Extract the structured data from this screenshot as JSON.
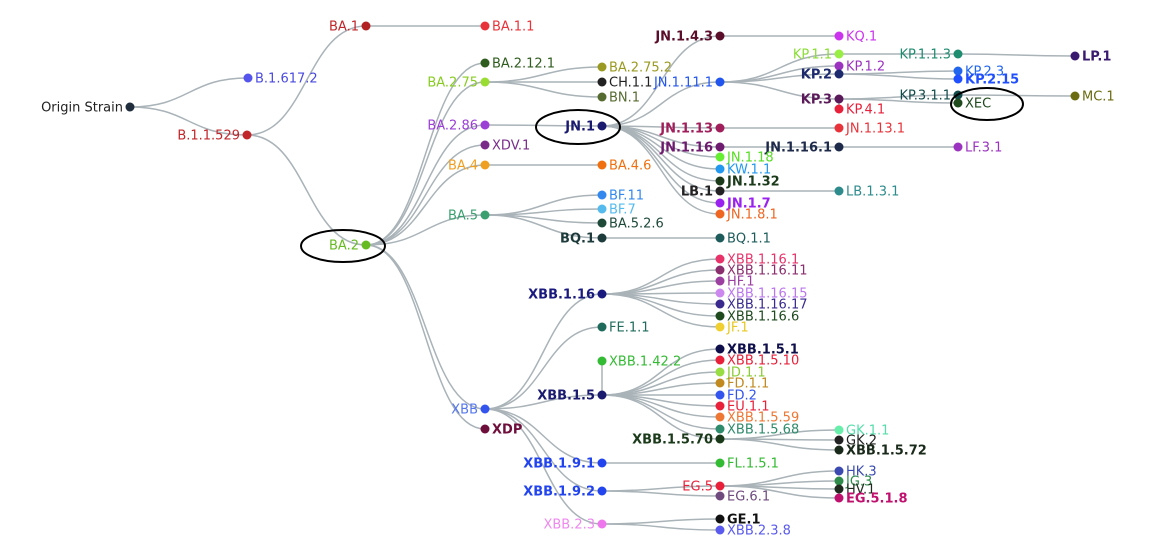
{
  "nodes": [
    {
      "id": "origin",
      "label": "Origin Strain",
      "color": "#1f2d3d",
      "textColor": "#222222"
    },
    {
      "id": "b16172",
      "label": "B.1.617.2",
      "color": "#5555ee",
      "textColor": "#4a4ae0"
    },
    {
      "id": "b11529",
      "label": "B.1.1.529",
      "color": "#c0262a",
      "textColor": "#c0262a"
    },
    {
      "id": "ba1",
      "label": "BA.1",
      "color": "#b22222",
      "textColor": "#c0262a"
    },
    {
      "id": "ba11",
      "label": "BA.1.1",
      "color": "#e8333a",
      "textColor": "#e8333a"
    },
    {
      "id": "ba2",
      "label": "BA.2",
      "color": "#66bb22",
      "textColor": "#66bb22"
    },
    {
      "id": "ba2121",
      "label": "BA.2.12.1",
      "color": "#2e5d1e",
      "textColor": "#2e5d1e"
    },
    {
      "id": "ba275",
      "label": "BA.2.75",
      "color": "#99dd33",
      "textColor": "#88cc22"
    },
    {
      "id": "ba2752",
      "label": "BA.2.75.2",
      "color": "#9a9a22",
      "textColor": "#9a9a22"
    },
    {
      "id": "ch11",
      "label": "CH.1.1",
      "color": "#222222",
      "textColor": "#222222"
    },
    {
      "id": "bn1",
      "label": "BN.1",
      "color": "#556b2f",
      "textColor": "#556b2f"
    },
    {
      "id": "ba286",
      "label": "BA.2.86",
      "color": "#9b3fd6",
      "textColor": "#9b3fd6"
    },
    {
      "id": "xdv1",
      "label": "XDV.1",
      "color": "#7a2b8a",
      "textColor": "#7a2b8a"
    },
    {
      "id": "ba4",
      "label": "BA.4",
      "color": "#f0a020",
      "textColor": "#f0a020"
    },
    {
      "id": "ba46",
      "label": "BA.4.6",
      "color": "#f07010",
      "textColor": "#f07010"
    },
    {
      "id": "ba5",
      "label": "BA.5",
      "color": "#3aa070",
      "textColor": "#3aa070"
    },
    {
      "id": "bf11",
      "label": "BF.11",
      "color": "#3388ee",
      "textColor": "#3388ee"
    },
    {
      "id": "bf7",
      "label": "BF.7",
      "color": "#55bbee",
      "textColor": "#55bbee"
    },
    {
      "id": "ba526",
      "label": "BA.5.2.6",
      "color": "#1e4a3a",
      "textColor": "#1e4a3a"
    },
    {
      "id": "bq1",
      "label": "BQ.1",
      "color": "#1e3b3b",
      "textColor": "#1e3b3b"
    },
    {
      "id": "bq11",
      "label": "BQ.1.1",
      "color": "#1e5b5b",
      "textColor": "#1e5b5b"
    },
    {
      "id": "jn1",
      "label": "JN.1",
      "color": "#1a1a6e",
      "textColor": "#1a1a6e"
    },
    {
      "id": "jn143",
      "label": "JN.1.4.3",
      "color": "#5a0e2a",
      "textColor": "#5a0e2a"
    },
    {
      "id": "kq1",
      "label": "KQ.1",
      "color": "#cc33ee",
      "textColor": "#cc33ee"
    },
    {
      "id": "jn111",
      "label": "JN.1.11.1",
      "color": "#2255ee",
      "textColor": "#2255ee"
    },
    {
      "id": "kp11",
      "label": "KP.1.1",
      "color": "#99ee44",
      "textColor": "#88dd33"
    },
    {
      "id": "kp113",
      "label": "KP.1.1.3",
      "color": "#1e8c6e",
      "textColor": "#1e8c6e"
    },
    {
      "id": "lp1",
      "label": "LP.1",
      "color": "#3a1a6e",
      "textColor": "#3a1a6e"
    },
    {
      "id": "kp12",
      "label": "KP.1.2",
      "color": "#9b33c0",
      "textColor": "#9b33c0"
    },
    {
      "id": "kp2",
      "label": "KP.2",
      "color": "#1e2a6e",
      "textColor": "#1e2a6e"
    },
    {
      "id": "kp23",
      "label": "KP.2.3",
      "color": "#2266ee",
      "textColor": "#2266ee"
    },
    {
      "id": "kp215",
      "label": "KP.2.15",
      "color": "#1f4fff",
      "textColor": "#1f4fff"
    },
    {
      "id": "kp3",
      "label": "KP.3",
      "color": "#5a1a5a",
      "textColor": "#5a1a5a"
    },
    {
      "id": "kp311",
      "label": "KP.3.1.1",
      "color": "#134a4a",
      "textColor": "#134a4a"
    },
    {
      "id": "mc1",
      "label": "MC.1",
      "color": "#6b6b10",
      "textColor": "#6b6b10"
    },
    {
      "id": "xec",
      "label": "XEC",
      "color": "#1e4a1e",
      "textColor": "#1e4a1e"
    },
    {
      "id": "kp41",
      "label": "KP.4.1",
      "color": "#e8203a",
      "textColor": "#e8203a"
    },
    {
      "id": "jn113",
      "label": "JN.1.13",
      "color": "#a01e5a",
      "textColor": "#a01e5a"
    },
    {
      "id": "jn1131",
      "label": "JN.1.13.1",
      "color": "#e8333a",
      "textColor": "#e8333a"
    },
    {
      "id": "jn116",
      "label": "JN.1.16",
      "color": "#6e1a6e",
      "textColor": "#6e1a6e"
    },
    {
      "id": "jn1161",
      "label": "JN.1.16.1",
      "color": "#1e2a4a",
      "textColor": "#1e2a4a"
    },
    {
      "id": "lf31",
      "label": "LF.3.1",
      "color": "#9b33c0",
      "textColor": "#9b33c0"
    },
    {
      "id": "jn118",
      "label": "JN.1.18",
      "color": "#66ee33",
      "textColor": "#55dd22"
    },
    {
      "id": "kw11",
      "label": "KW.1.1",
      "color": "#2299ee",
      "textColor": "#2299ee"
    },
    {
      "id": "jn132",
      "label": "JN.1.32",
      "color": "#1a3a1a",
      "textColor": "#1a3a1a"
    },
    {
      "id": "lb1",
      "label": "LB.1",
      "color": "#222222",
      "textColor": "#222222"
    },
    {
      "id": "lb131",
      "label": "LB.1.3.1",
      "color": "#2e8b8b",
      "textColor": "#2e8b8b"
    },
    {
      "id": "jn17",
      "label": "JN.1.7",
      "color": "#9922ee",
      "textColor": "#9922ee"
    },
    {
      "id": "jn181",
      "label": "JN.1.8.1",
      "color": "#ee6622",
      "textColor": "#ee6622"
    },
    {
      "id": "xbb",
      "label": "XBB",
      "color": "#3355ee",
      "textColor": "#5577ee"
    },
    {
      "id": "xdp",
      "label": "XDP",
      "color": "#6e0e3a",
      "textColor": "#6e0e3a"
    },
    {
      "id": "xbb116",
      "label": "XBB.1.16",
      "color": "#1a1a7e",
      "textColor": "#1a1a7e"
    },
    {
      "id": "xbb1161",
      "label": "XBB.1.16.1",
      "color": "#e8336a",
      "textColor": "#e8336a"
    },
    {
      "id": "xbb11611",
      "label": "XBB.1.16.11",
      "color": "#8b2e6e",
      "textColor": "#8b2e6e"
    },
    {
      "id": "hf1",
      "label": "HF.1",
      "color": "#9b3fa0",
      "textColor": "#9b3fa0"
    },
    {
      "id": "xbb11615",
      "label": "XBB.1.16.15",
      "color": "#cc88ee",
      "textColor": "#bb77ee"
    },
    {
      "id": "xbb11617",
      "label": "XBB.1.16.17",
      "color": "#3a2a8e",
      "textColor": "#3a2a8e"
    },
    {
      "id": "xbb1166",
      "label": "XBB.1.16.6",
      "color": "#1e4a1e",
      "textColor": "#1e4a1e"
    },
    {
      "id": "jf1",
      "label": "JF.1",
      "color": "#f0d030",
      "textColor": "#e8c820"
    },
    {
      "id": "fe11",
      "label": "FE.1.1",
      "color": "#1e6b5b",
      "textColor": "#1e6b5b"
    },
    {
      "id": "xbb15",
      "label": "XBB.1.5",
      "color": "#1a1a6e",
      "textColor": "#1a1a6e"
    },
    {
      "id": "xbb1422",
      "label": "XBB.1.42.2",
      "color": "#33bb33",
      "textColor": "#33bb33"
    },
    {
      "id": "xbb151",
      "label": "XBB.1.5.1",
      "color": "#0e0e4a",
      "textColor": "#0e0e4a"
    },
    {
      "id": "xbb1510",
      "label": "XBB.1.5.10",
      "color": "#e8203a",
      "textColor": "#e8203a"
    },
    {
      "id": "jd11",
      "label": "JD.1.1",
      "color": "#99dd44",
      "textColor": "#88cc33"
    },
    {
      "id": "fd11",
      "label": "FD.1.1",
      "color": "#c08a20",
      "textColor": "#c08a20"
    },
    {
      "id": "fd2",
      "label": "FD.2",
      "color": "#3355ee",
      "textColor": "#3355ee"
    },
    {
      "id": "eu11",
      "label": "EU.1.1",
      "color": "#e8203a",
      "textColor": "#e8203a"
    },
    {
      "id": "xbb1559",
      "label": "XBB.1.5.59",
      "color": "#ee7733",
      "textColor": "#ee7733"
    },
    {
      "id": "xbb1568",
      "label": "XBB.1.5.68",
      "color": "#2e8b6b",
      "textColor": "#2e8b6b"
    },
    {
      "id": "xbb1570",
      "label": "XBB.1.5.70",
      "color": "#1a3a1a",
      "textColor": "#1a3a1a"
    },
    {
      "id": "gk11",
      "label": "GK.1.1",
      "color": "#66eeaa",
      "textColor": "#55ddaa"
    },
    {
      "id": "gk2",
      "label": "GK.2",
      "color": "#222222",
      "textColor": "#222222"
    },
    {
      "id": "xbb1572",
      "label": "XBB.1.5.72",
      "color": "#1a2a1a",
      "textColor": "#1a2a1a"
    },
    {
      "id": "xbb191",
      "label": "XBB.1.9.1",
      "color": "#2244ee",
      "textColor": "#2244ee"
    },
    {
      "id": "fl151",
      "label": "FL.1.5.1",
      "color": "#33bb33",
      "textColor": "#33bb33"
    },
    {
      "id": "xbb192",
      "label": "XBB.1.9.2",
      "color": "#2244ee",
      "textColor": "#2244ee"
    },
    {
      "id": "eg5",
      "label": "EG.5",
      "color": "#e8203a",
      "textColor": "#e8203a"
    },
    {
      "id": "hk3",
      "label": "HK.3",
      "color": "#3a4ab0",
      "textColor": "#3a4ab0"
    },
    {
      "id": "jg3",
      "label": "JG.3",
      "color": "#2e8b4a",
      "textColor": "#2e8b4a"
    },
    {
      "id": "hv1",
      "label": "HV.1",
      "color": "#1e2a1e",
      "textColor": "#1e2a1e"
    },
    {
      "id": "eg518",
      "label": "EG.5.1.8",
      "color": "#c0106e",
      "textColor": "#c0106e"
    },
    {
      "id": "eg61",
      "label": "EG.6.1",
      "color": "#6e4a7e",
      "textColor": "#6e4a7e"
    },
    {
      "id": "xbb23",
      "label": "XBB.2.3",
      "color": "#ee77ee",
      "textColor": "#ee88ee"
    },
    {
      "id": "ge1",
      "label": "GE.1",
      "color": "#111111",
      "textColor": "#111111"
    },
    {
      "id": "xbb238",
      "label": "XBB.2.3.8",
      "color": "#5a5aee",
      "textColor": "#5a5aee"
    }
  ],
  "edges": [
    [
      "origin",
      "b16172"
    ],
    [
      "origin",
      "b11529"
    ],
    [
      "b11529",
      "ba1"
    ],
    [
      "ba1",
      "ba11"
    ],
    [
      "b11529",
      "ba2"
    ],
    [
      "ba2",
      "ba2121"
    ],
    [
      "ba2",
      "ba275"
    ],
    [
      "ba275",
      "ba2752"
    ],
    [
      "ba275",
      "ch11"
    ],
    [
      "ba275",
      "bn1"
    ],
    [
      "ba2",
      "ba286"
    ],
    [
      "ba286",
      "jn1"
    ],
    [
      "ba2",
      "xdv1"
    ],
    [
      "ba2",
      "ba4"
    ],
    [
      "ba4",
      "ba46"
    ],
    [
      "ba2",
      "ba5"
    ],
    [
      "ba5",
      "bf11"
    ],
    [
      "ba5",
      "bf7"
    ],
    [
      "ba5",
      "ba526"
    ],
    [
      "ba5",
      "bq1"
    ],
    [
      "bq1",
      "bq11"
    ],
    [
      "jn1",
      "jn143"
    ],
    [
      "jn143",
      "kq1"
    ],
    [
      "jn1",
      "jn111"
    ],
    [
      "jn111",
      "kp11"
    ],
    [
      "kp11",
      "kp113"
    ],
    [
      "kp113",
      "lp1"
    ],
    [
      "jn111",
      "kp12"
    ],
    [
      "jn111",
      "kp2"
    ],
    [
      "kp2",
      "kp23"
    ],
    [
      "kp2",
      "kp215"
    ],
    [
      "jn111",
      "kp3"
    ],
    [
      "kp3",
      "kp311"
    ],
    [
      "kp311",
      "mc1"
    ],
    [
      "kp3",
      "xec"
    ],
    [
      "kp3",
      "kp41"
    ],
    [
      "jn1",
      "jn113"
    ],
    [
      "jn113",
      "jn1131"
    ],
    [
      "jn1",
      "jn116"
    ],
    [
      "jn116",
      "jn1161"
    ],
    [
      "jn1161",
      "lf31"
    ],
    [
      "jn1",
      "jn118"
    ],
    [
      "jn1",
      "kw11"
    ],
    [
      "jn1",
      "jn132"
    ],
    [
      "jn1",
      "lb1"
    ],
    [
      "lb1",
      "lb131"
    ],
    [
      "jn1",
      "jn17"
    ],
    [
      "jn1",
      "jn181"
    ],
    [
      "ba2",
      "xbb"
    ],
    [
      "ba2",
      "xdp"
    ],
    [
      "xbb",
      "xbb116"
    ],
    [
      "xbb116",
      "xbb1161"
    ],
    [
      "xbb116",
      "xbb11611"
    ],
    [
      "xbb116",
      "hf1"
    ],
    [
      "xbb116",
      "xbb11615"
    ],
    [
      "xbb116",
      "xbb11617"
    ],
    [
      "xbb116",
      "xbb1166"
    ],
    [
      "xbb116",
      "jf1"
    ],
    [
      "xbb",
      "fe11"
    ],
    [
      "xbb",
      "xbb15"
    ],
    [
      "xbb15",
      "xbb1422"
    ],
    [
      "xbb15",
      "xbb151"
    ],
    [
      "xbb15",
      "xbb1510"
    ],
    [
      "xbb15",
      "jd11"
    ],
    [
      "xbb15",
      "fd11"
    ],
    [
      "xbb15",
      "fd2"
    ],
    [
      "xbb15",
      "eu11"
    ],
    [
      "xbb15",
      "xbb1559"
    ],
    [
      "xbb15",
      "xbb1568"
    ],
    [
      "xbb15",
      "xbb1570"
    ],
    [
      "xbb1570",
      "gk11"
    ],
    [
      "xbb1570",
      "gk2"
    ],
    [
      "xbb1570",
      "xbb1572"
    ],
    [
      "xbb",
      "xbb191"
    ],
    [
      "xbb191",
      "fl151"
    ],
    [
      "xbb",
      "xbb192"
    ],
    [
      "xbb192",
      "eg5"
    ],
    [
      "eg5",
      "hk3"
    ],
    [
      "eg5",
      "jg3"
    ],
    [
      "eg5",
      "hv1"
    ],
    [
      "eg5",
      "eg518"
    ],
    [
      "xbb192",
      "eg61"
    ],
    [
      "xbb",
      "xbb23"
    ],
    [
      "xbb23",
      "ge1"
    ],
    [
      "xbb23",
      "xbb238"
    ]
  ],
  "highlighted": [
    "ba2",
    "jn1",
    "xec"
  ]
}
